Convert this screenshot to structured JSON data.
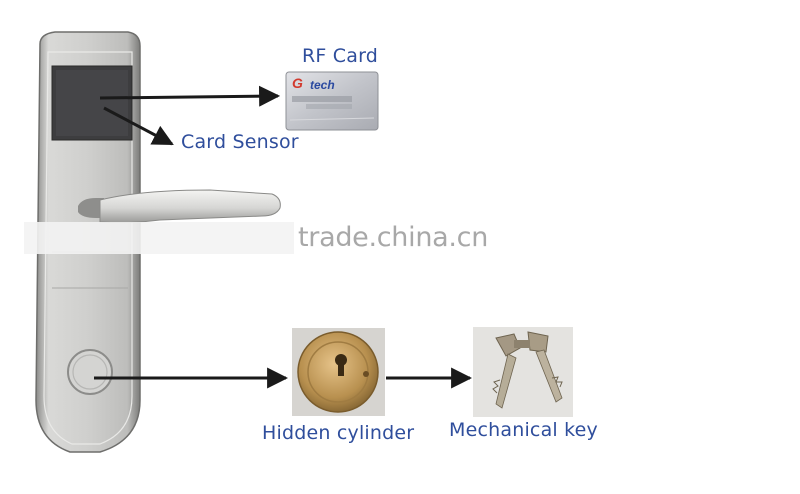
{
  "labels": {
    "rf_card": "RF Card",
    "card_sensor": "Card Sensor",
    "hidden_cylinder": "Hidden cylinder",
    "mechanical_key": "Mechanical key"
  },
  "card": {
    "brand_prefix": "G",
    "brand_text": "tech"
  },
  "watermark": "trade.china.cn",
  "colors": {
    "label_blue": "#2f4e9c",
    "arrow": "#1a1a1a",
    "watermark_gray": "#a8a8a8",
    "lock_silver": "#c9c9c7",
    "card_silver": "#c4c6cc",
    "brass": "#b0874a"
  }
}
